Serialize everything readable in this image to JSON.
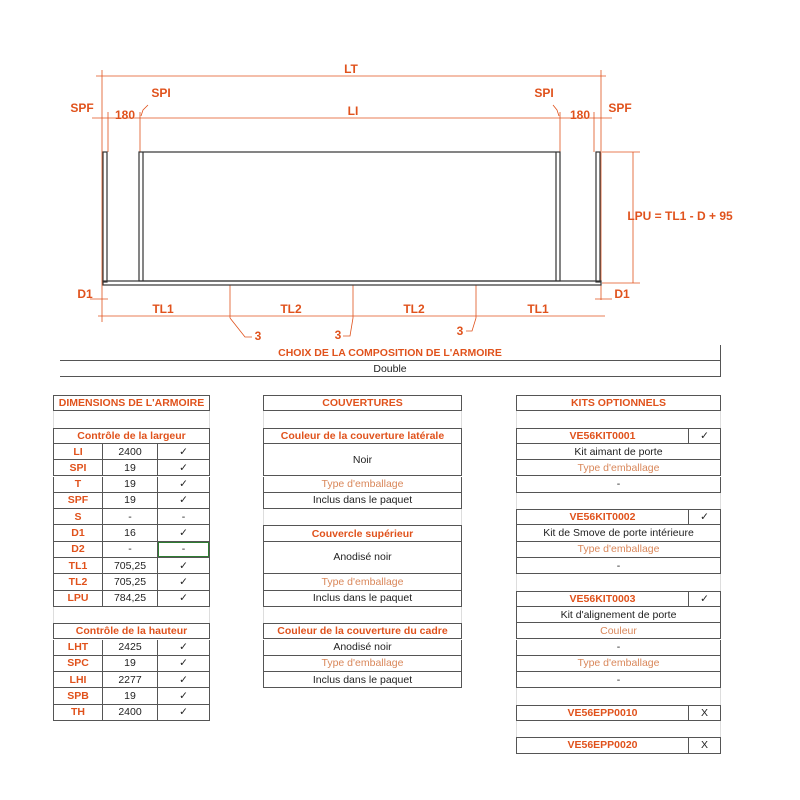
{
  "diagram": {
    "lt": "LT",
    "li": "LI",
    "spi_left": "SPI",
    "spi_right": "SPI",
    "spf_left": "SPF",
    "spf_right": "SPF",
    "dim_180_left": "180",
    "dim_180_right": "180",
    "lpu_formula": "LPU = TL1 - D + 95",
    "d1_left": "D1",
    "d1_right": "D1",
    "tl1_left": "TL1",
    "tl2_a": "TL2",
    "tl2_b": "TL2",
    "tl1_right": "TL1",
    "gap_a": "3",
    "gap_b": "3",
    "gap_c": "3"
  },
  "composition": {
    "title": "CHOIX DE LA COMPOSITION DE L'ARMOIRE",
    "value": "Double"
  },
  "colors": {
    "accent": "#e0521c",
    "sub": "#d9875a",
    "border": "#555555"
  },
  "dimensions": {
    "title": "DIMENSIONS DE L'ARMOIRE",
    "width_title": "Contrôle de la largeur",
    "width_rows": [
      [
        "LI",
        "2400",
        "✓"
      ],
      [
        "SPI",
        "19",
        "✓"
      ],
      [
        "T",
        "19",
        "✓"
      ],
      [
        "SPF",
        "19",
        "✓"
      ],
      [
        "S",
        "-",
        "-"
      ],
      [
        "D1",
        "16",
        "✓"
      ],
      [
        "D2",
        "-",
        "-"
      ],
      [
        "TL1",
        "705,25",
        "✓"
      ],
      [
        "TL2",
        "705,25",
        "✓"
      ],
      [
        "LPU",
        "784,25",
        "✓"
      ]
    ],
    "height_title": "Contrôle de la hauteur",
    "height_rows": [
      [
        "LHT",
        "2425",
        "✓"
      ],
      [
        "SPC",
        "19",
        "✓"
      ],
      [
        "LHI",
        "2277",
        "✓"
      ],
      [
        "SPB",
        "19",
        "✓"
      ],
      [
        "TH",
        "2400",
        "✓"
      ]
    ]
  },
  "couvertures": {
    "title": "COUVERTURES",
    "lateral_title": "Couleur de la couverture latérale",
    "lateral_value": "Noir",
    "lateral_pack_label": "Type d'emballage",
    "lateral_pack_value": "Inclus dans le paquet",
    "top_title": "Couvercle supérieur",
    "top_value": "Anodisé noir",
    "top_pack_label": "Type d'emballage",
    "top_pack_value": "Inclus dans le paquet",
    "frame_title": "Couleur de la couverture du cadre",
    "frame_value": "Anodisé noir",
    "frame_pack_label": "Type d'emballage",
    "frame_pack_value": "Inclus dans le paquet"
  },
  "kits": {
    "title": "KITS OPTIONNELS",
    "items": [
      {
        "code": "VE56KIT0001",
        "check": "✓",
        "name": "Kit aimant de porte",
        "fields": [
          [
            "Type d'emballage",
            "-"
          ]
        ]
      },
      {
        "code": "VE56KIT0002",
        "check": "✓",
        "name": "Kit de Smove de porte intérieure",
        "fields": [
          [
            "Type d'emballage",
            "-"
          ]
        ]
      },
      {
        "code": "VE56KIT0003",
        "check": "✓",
        "name": "Kit d'alignement de porte",
        "fields": [
          [
            "Couleur",
            "-"
          ],
          [
            "Type d'emballage",
            "-"
          ]
        ]
      },
      {
        "code": "VE56EPP0010",
        "check": "X"
      },
      {
        "code": "VE56EPP0020",
        "check": "X"
      }
    ]
  }
}
